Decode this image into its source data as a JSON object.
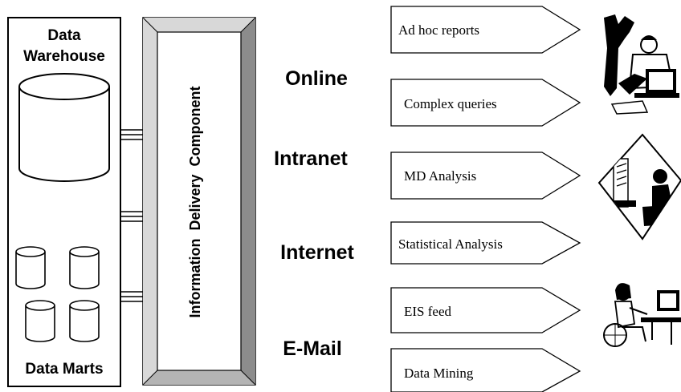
{
  "warehouse": {
    "title_line1": "Data",
    "title_line2": "Warehouse",
    "marts_label": "Data Marts"
  },
  "component": {
    "label_word1": "Information",
    "label_word2": "Delivery",
    "label_word3": "Component"
  },
  "channels": [
    "Online",
    "Intranet",
    "Internet",
    "E-Mail"
  ],
  "outputs": [
    "Ad hoc reports",
    "Complex queries",
    "MD Analysis",
    "Statistical Analysis",
    "EIS feed",
    "Data Mining"
  ],
  "colors": {
    "stroke": "#000000",
    "bevel_dark": "#8c8c8c",
    "bevel_mid": "#b4b4b4",
    "bevel_light": "#d8d8d8",
    "fill": "#ffffff"
  },
  "icons": [
    "analyst-at-computer-icon",
    "analyst-at-workstation-icon",
    "user-in-wheelchair-at-computer-icon"
  ]
}
